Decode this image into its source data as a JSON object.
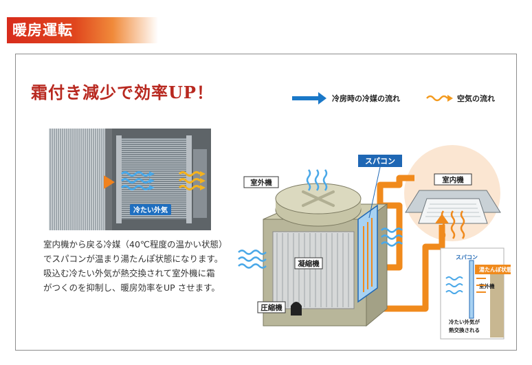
{
  "header": {
    "title": "暖房運転"
  },
  "headline": "霜付き減少で効率UP！",
  "legend": {
    "refrigerant_flow": "冷房時の冷媒の流れ",
    "air_flow": "空気の流れ"
  },
  "photo": {
    "cold_air_label": "冷たい外気"
  },
  "description": {
    "paragraph1": "室内機から戻る冷媒（40℃程度の温かい状態）でスパコンが温まり湯たんぽ状態になります。",
    "paragraph2": "吸込む冷たい外気が熱交換されて室外機に霜がつくのを抑制し、暖房効率をUP させます。"
  },
  "diagram": {
    "outdoor_unit": "室外機",
    "indoor_unit": "室内機",
    "supercon": "スパコン",
    "condenser": "凝縮機",
    "compressor": "圧縮機"
  },
  "inset": {
    "supercon": "スパコン",
    "hot_water_bottle_state": "湯たんぽ状態",
    "outdoor_unit": "室外機",
    "cold_air_exchange_line1": "冷たい外気が",
    "cold_air_exchange_line2": "熱交換される"
  },
  "colors": {
    "header_red": "#d82c1c",
    "headline_red": "#b8281f",
    "refrigerant_blue": "#1a78c8",
    "air_orange": "#f39a1e",
    "pipe_orange": "#f08a1c",
    "supercon_blue": "#1f67b4"
  }
}
